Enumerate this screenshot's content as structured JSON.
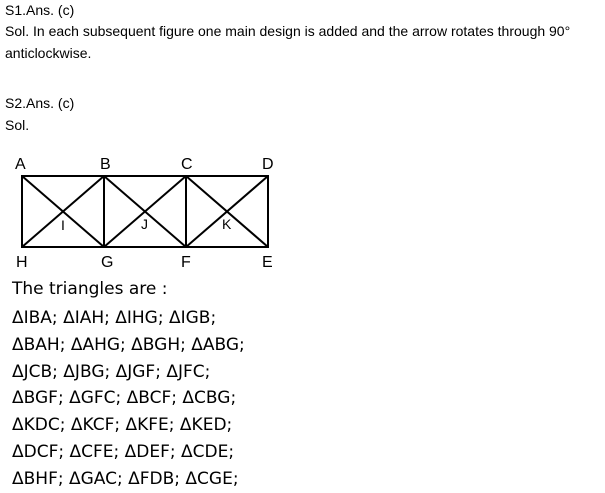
{
  "s1": {
    "ans": "S1.Ans. (c)",
    "sol_line1": "Sol. In each subsequent figure one main design is added and the arrow rotates through 90°",
    "sol_line2": "anticlockwise."
  },
  "s2": {
    "ans": "S2.Ans. (c)",
    "sol": "Sol."
  },
  "figure": {
    "labels_top": [
      "A",
      "B",
      "C",
      "D"
    ],
    "labels_bottom": [
      "H",
      "G",
      "F",
      "E"
    ],
    "labels_center": [
      "I",
      "J",
      "K"
    ]
  },
  "triangles": {
    "intro": "The triangles are :",
    "lines": [
      "ΔIBA; ΔIAH; ΔIHG; ΔIGB;",
      "ΔBAH; ΔAHG; ΔBGH; ΔABG;",
      "ΔJCB; ΔJBG; ΔJGF; ΔJFC;",
      "ΔBGF; ΔGFC; ΔBCF; ΔCBG;",
      "ΔKDC; ΔKCF; ΔKFE; ΔKED;",
      "ΔDCF; ΔCFE; ΔDEF; ΔCDE;",
      "ΔBHF; ΔGAC; ΔFDB; ΔCGE;"
    ]
  }
}
